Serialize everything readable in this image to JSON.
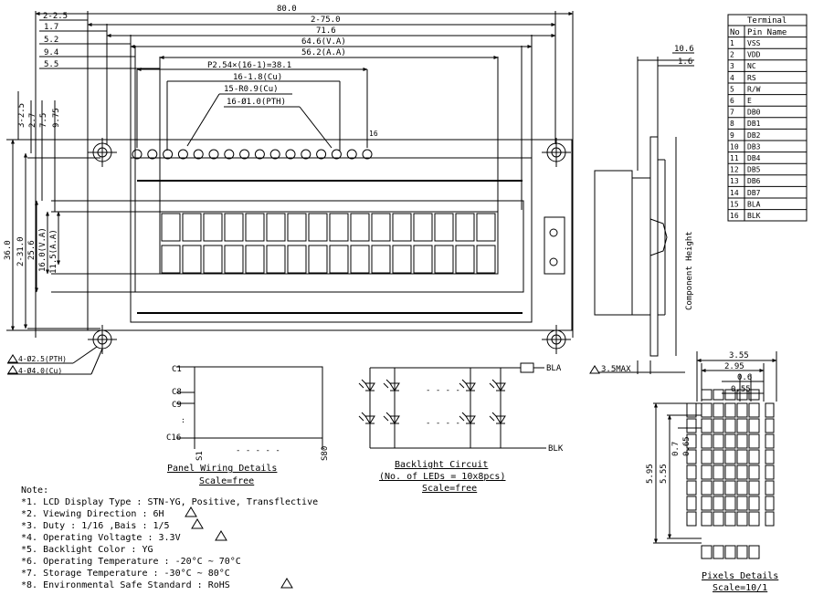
{
  "dimensions": {
    "top": [
      "80.0",
      "2-75.0",
      "71.6",
      "64.6(V.A)",
      "56.2(A.A)"
    ],
    "left_top": [
      "2-2.5",
      "1.7",
      "5.2",
      "9.4",
      "5.5"
    ],
    "pitch": "P2.54×(16-1)=38.1",
    "pads": [
      "16-1.8(Cu)",
      "15-R0.9(Cu)",
      "16-Ø1.0(PTH)"
    ],
    "pin16": "16",
    "vertical_small": [
      "3-2.5",
      "2.7",
      "7.5",
      "9.75"
    ],
    "vertical_big": [
      "36.0",
      "2-31.0",
      "25.6",
      "16.0(V.A)",
      "11.5(A.A)"
    ],
    "holes": [
      "4-Ø2.5(PTH)",
      "4-Ø4.0(Cu)"
    ],
    "side": [
      "10.6",
      "1.6"
    ],
    "max": "3.5MAX",
    "component_height": "Component Height"
  },
  "terminal": {
    "title": "Terminal",
    "header": [
      "No",
      "Pin Name"
    ],
    "rows": [
      [
        "1",
        "VSS"
      ],
      [
        "2",
        "VDD"
      ],
      [
        "3",
        "NC"
      ],
      [
        "4",
        "RS"
      ],
      [
        "5",
        "R/W"
      ],
      [
        "6",
        "E"
      ],
      [
        "7",
        "DB0"
      ],
      [
        "8",
        "DB1"
      ],
      [
        "9",
        "DB2"
      ],
      [
        "10",
        "DB3"
      ],
      [
        "11",
        "DB4"
      ],
      [
        "12",
        "DB5"
      ],
      [
        "13",
        "DB6"
      ],
      [
        "14",
        "DB7"
      ],
      [
        "15",
        "BLA"
      ],
      [
        "16",
        "BLK"
      ]
    ]
  },
  "wiring": {
    "labels_c": [
      "C1",
      "C8",
      "C9",
      "C16"
    ],
    "labels_s": [
      "S1",
      "S80"
    ],
    "title": "Panel Wiring Details",
    "scale": "Scale=free"
  },
  "backlight": {
    "bla": "BLA",
    "blk": "BLK",
    "title": "Backlight Circuit",
    "note": "(No. of LEDs = 10x8pcs)",
    "scale": "Scale=free"
  },
  "pixels": {
    "dims": [
      "3.55",
      "2.95",
      "0.6",
      "0.55",
      "0.7",
      "0.65",
      "5.95",
      "5.55"
    ],
    "title": "Pixels Details",
    "scale": "Scale=10/1"
  },
  "notes": {
    "title": "Note:",
    "items": [
      "*1. LCD Display Type : STN-YG, Positive, Transflective",
      "*2. Viewing Direction : 6H",
      "*3. Duty : 1/16 ,Bais : 1/5",
      "*4. Operating Voltagte : 3.3V",
      "*5. Backlight Color : YG",
      "*6. Operating Temperature : -20°C ~ 70°C",
      "*7. Storage Temperature : -30°C ~ 80°C",
      "*8. Environmental Safe Standard : RoHS"
    ]
  }
}
